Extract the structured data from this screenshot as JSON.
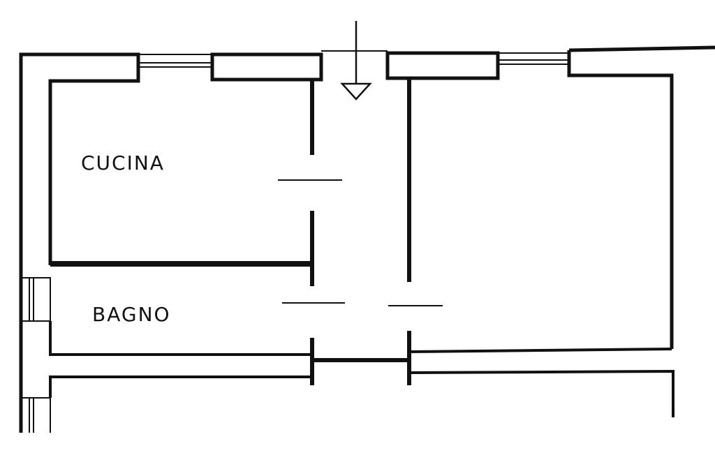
{
  "plan": {
    "rooms": [
      {
        "id": "kitchen",
        "label": "CUCINA"
      },
      {
        "id": "bathroom",
        "label": "BAGNO"
      }
    ],
    "entrance_marker": "arrow-down",
    "colors": {
      "ink": "#111111",
      "background": "#ffffff"
    }
  }
}
